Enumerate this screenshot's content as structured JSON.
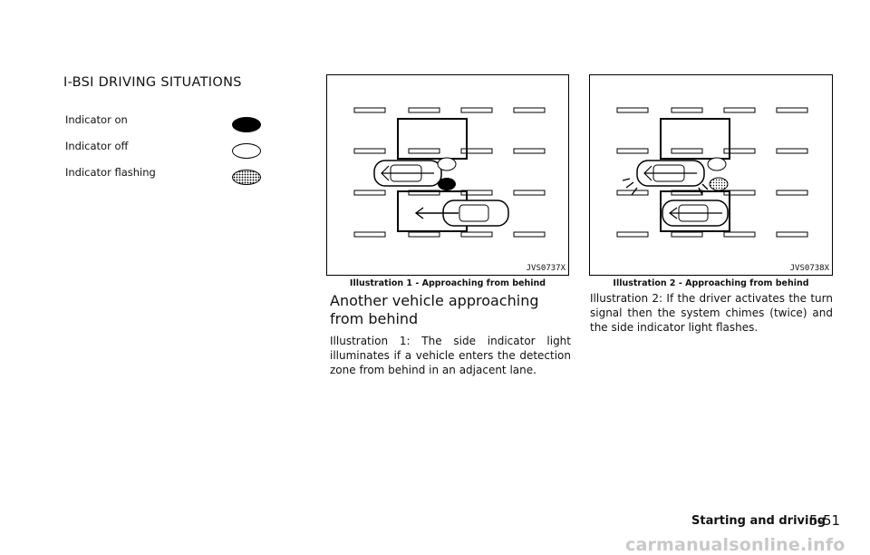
{
  "section_title": "I-BSI DRIVING SITUATIONS",
  "legend": [
    {
      "label": "Indicator on",
      "icon": "indicator-on-icon"
    },
    {
      "label": "Indicator off",
      "icon": "indicator-off-icon"
    },
    {
      "label": "Indicator flashing",
      "icon": "indicator-flashing-icon"
    }
  ],
  "illustrations": [
    {
      "code": "JVS0737X",
      "caption": "Illustration 1 - Approaching from behind"
    },
    {
      "code": "JVS0738X",
      "caption": "Illustration 2 - Approaching from behind"
    }
  ],
  "heading": "Another vehicle approaching from behind",
  "paragraph_1": "Illustration 1: The side indicator light illuminates if a vehicle enters the detection zone from behind in an adjacent lane.",
  "paragraph_2": "Illustration 2: If the driver activates the turn signal then the system chimes (twice) and the side indicator light flashes.",
  "footer": {
    "section": "Starting and driving",
    "page": "5-51"
  },
  "watermark": "carmanualsonline.info"
}
